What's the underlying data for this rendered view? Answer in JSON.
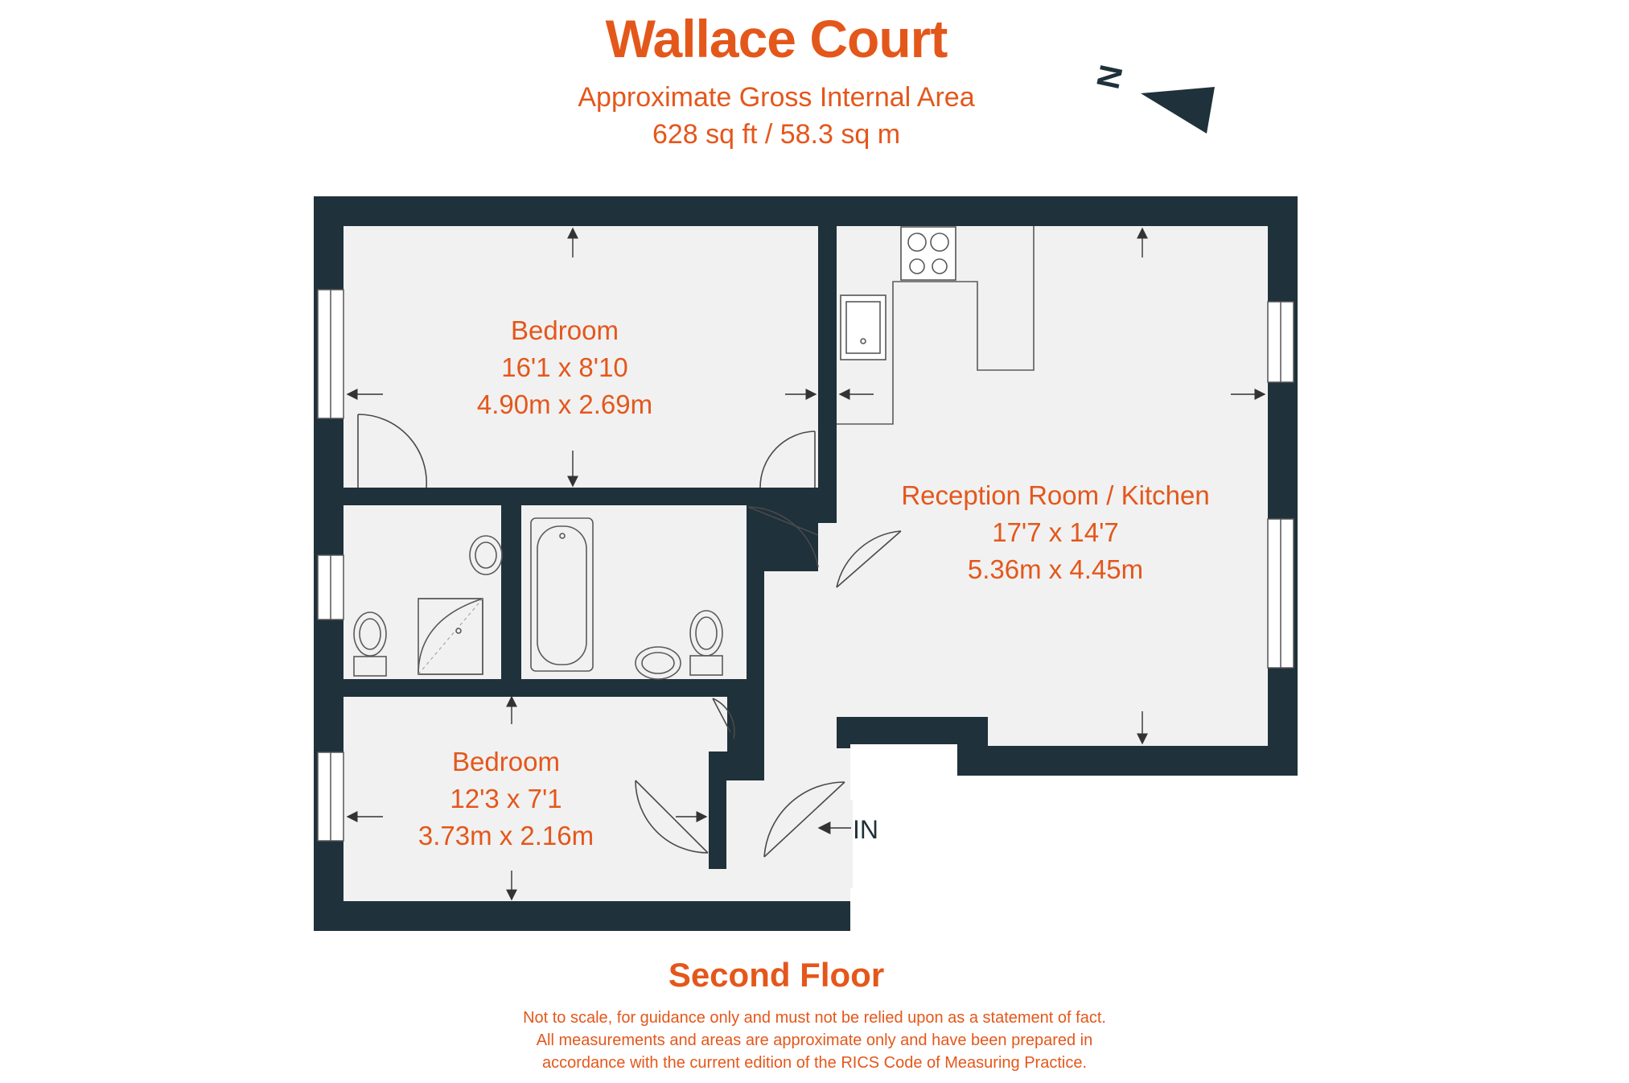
{
  "header": {
    "title": "Wallace Court",
    "area_label": "Approximate Gross Internal Area",
    "area_value": "628 sq ft / 58.3 sq m"
  },
  "compass": {
    "label": "N"
  },
  "rooms": {
    "bedroom1": {
      "name": "Bedroom",
      "imperial": "16'1 x 8'10",
      "metric": "4.90m x 2.69m"
    },
    "reception": {
      "name": "Reception Room / Kitchen",
      "imperial": "17'7 x 14'7",
      "metric": "5.36m x 4.45m"
    },
    "bedroom2": {
      "name": "Bedroom",
      "imperial": "12'3 x 7'1",
      "metric": "3.73m x 2.16m"
    }
  },
  "entrance": {
    "label": "IN"
  },
  "floor": {
    "label": "Second Floor"
  },
  "disclaimer": [
    "Not to scale, for guidance only and must not be relied upon as a statement of fact.",
    "All measurements and areas are approximate only and have been prepared in",
    "accordance with the current edition of the RICS Code of Measuring Practice."
  ],
  "colors": {
    "wall": "#1f313a",
    "floor": "#f1f1f1",
    "accent": "#e4571b"
  }
}
